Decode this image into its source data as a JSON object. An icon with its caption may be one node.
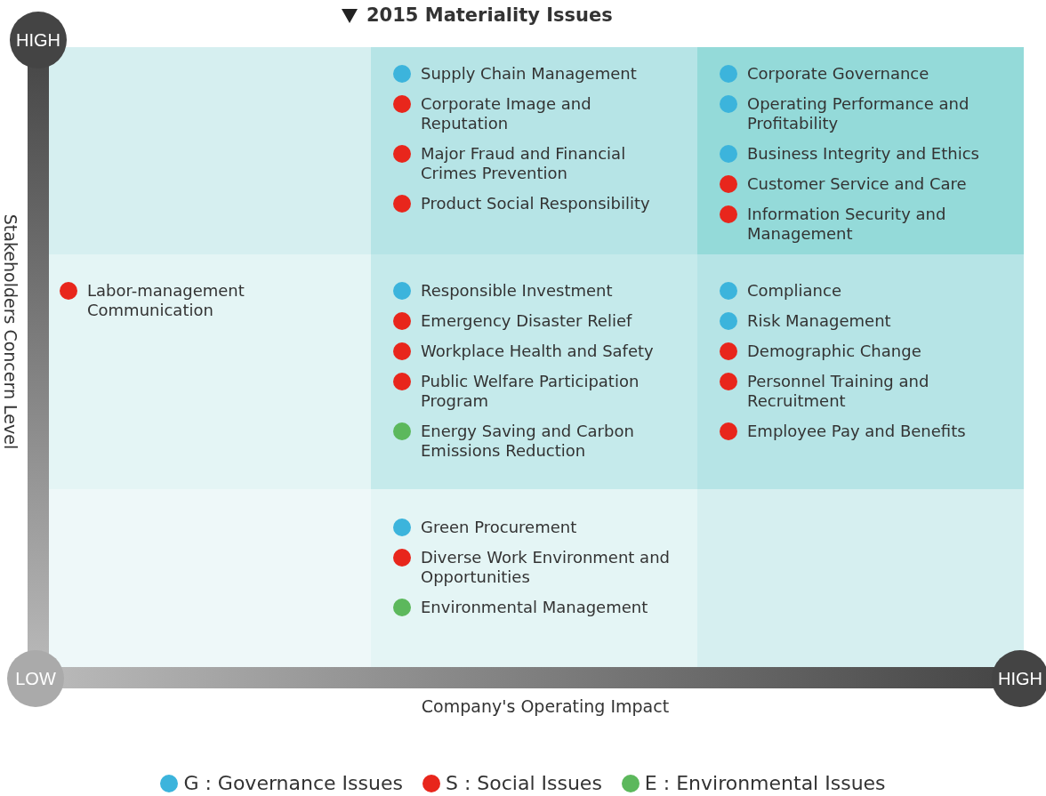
{
  "diagram": {
    "title": "2015 Materiality Issues",
    "nodes": [
      {
        "text": [],
        "shape": "box"
      },
      {
        "text": [],
        "shape": "box"
      },
      {
        "text": [
          "Supply Chain Management"
        ],
        "in": 1
      },
      {
        "text": [
          "Corporate Image and Reputation"
        ],
        "in": 1
      },
      {
        "text": [
          "Major Fraud and Financial Crimes Prevention"
        ],
        "in": 1
      },
      {
        "text": [
          "Product Social Responsibility"
        ],
        "in": 1
      },
      {
        "text": [],
        "shape": "box"
      },
      {
        "text": [
          "Corporate Governance"
        ],
        "in": 6
      },
      {
        "text": [
          "Operating Performance and Profitability"
        ],
        "in": 6
      },
      {
        "text": [
          "Business Integrity and Ethics"
        ],
        "in": 6
      },
      {
        "text": [
          "Customer Service and Care"
        ],
        "in": 6
      },
      {
        "text": [
          "Information Security and Management"
        ],
        "in": 6
      },
      {
        "text": [],
        "shape": "box"
      },
      {
        "text": [
          "Labor-management Communication"
        ],
        "in": 12
      },
      {
        "text": [],
        "shape": "box"
      },
      {
        "text": [
          "Responsible Investment"
        ],
        "in": 14
      },
      {
        "text": [
          "Emergency Disaster Relief"
        ],
        "in": 14
      },
      {
        "text": [
          "Workplace Health and Safety"
        ],
        "in": 14
      },
      {
        "text": [
          "Public Welfare Participation Program"
        ],
        "in": 14
      },
      {
        "text": [
          "Energy Saving and Carbon Emissions Reduction"
        ],
        "in": 14
      },
      {
        "text": [],
        "shape": "box"
      },
      {
        "text": [
          "Compliance"
        ],
        "in": 20
      },
      {
        "text": [
          "Risk Management"
        ],
        "in": 20
      },
      {
        "text": [
          "Demographic Change"
        ],
        "in": 20
      },
      {
        "text": [
          "Personnel Training and Recruitment"
        ],
        "in": 20
      },
      {
        "text": [
          "Employee Pay and Benefits"
        ],
        "in": 20
      },
      {
        "text": [],
        "shape": "box"
      },
      {
        "text": [],
        "shape": "box"
      },
      {
        "text": [
          "Green Procurement"
        ],
        "in": 27
      },
      {
        "text": [
          "Diverse Work Environment and Opportunities"
        ],
        "in": 27
      },
      {
        "text": [
          "Environmental Management"
        ],
        "in": 27
      },
      {
        "text": [],
        "shape": "box"
      }
    ],
    "edges": [],
    "labels": [
      "HIGH",
      "Stakeholders Concern Level",
      "LOW",
      "HIGH",
      "Company's Operating Impact"
    ],
    "legend": [
      {
        "text": "G : Governance Issues",
        "color": "#3cb4dc"
      },
      {
        "text": "S : Social Issues",
        "color": "#e8261c"
      },
      {
        "text": "E : Environmental Issues",
        "color": "#5cb85c"
      }
    ]
  }
}
